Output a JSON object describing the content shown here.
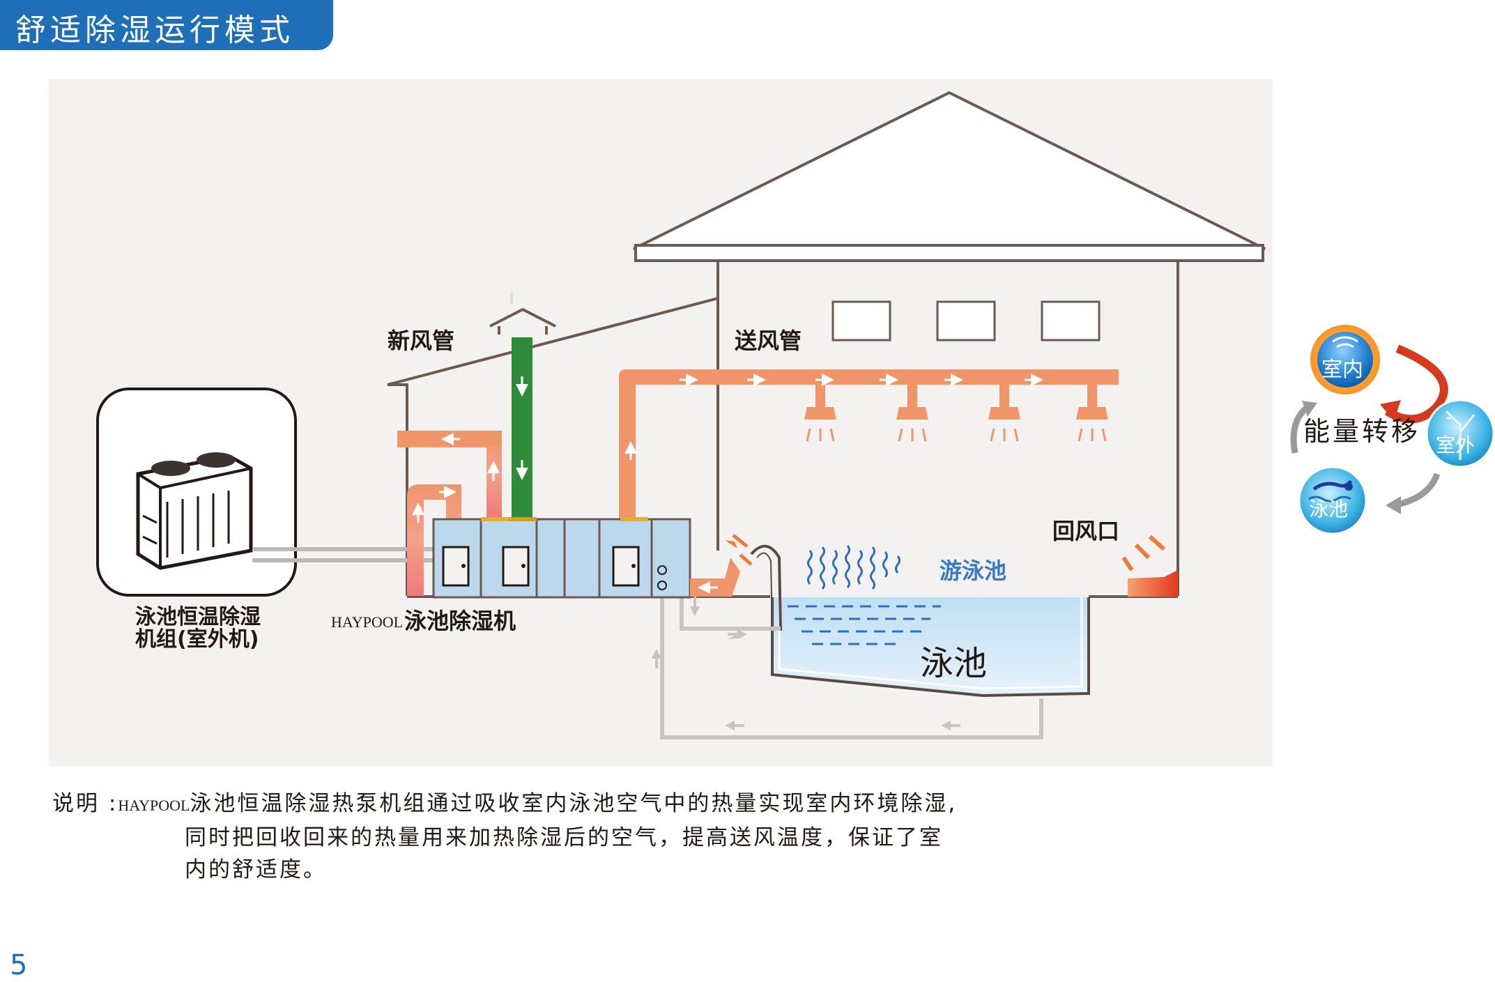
{
  "header": {
    "title": "舒适除湿运行模式"
  },
  "labels": {
    "fresh_air_duct": "新风管",
    "supply_air_duct": "送风管",
    "return_air_outlet": "回风口",
    "swimming_pool": "游泳池",
    "pool": "泳池",
    "outdoor_unit_line1": "泳池恒温除湿",
    "outdoor_unit_line2": "机组(室外机)",
    "dehumidifier_brand": "HAYPOOL",
    "dehumidifier_name": "泳池除湿机"
  },
  "energy_cycle": {
    "center": "能量转移",
    "indoor": "室内",
    "outdoor": "室外",
    "pool": "泳池"
  },
  "description": {
    "prefix": "说明 :",
    "brand": "HAYPOOL",
    "line1": "泳池恒温除湿热泵机组通过吸收室内泳池空气中的热量实现室内环境除湿,",
    "line2": "同时把回收回来的热量用来加热除湿后的空气，提高送风温度，保证了室",
    "line3": "内的舒适度。"
  },
  "page_number": "5",
  "colors": {
    "brand_blue": "#1e6fb8",
    "supply_duct": "#f0956a",
    "fresh_duct": "#2e8b3a",
    "return_red": "#e8502a",
    "pool_water": "#cfe6f5",
    "panel_bg": "#f3f2f1"
  }
}
